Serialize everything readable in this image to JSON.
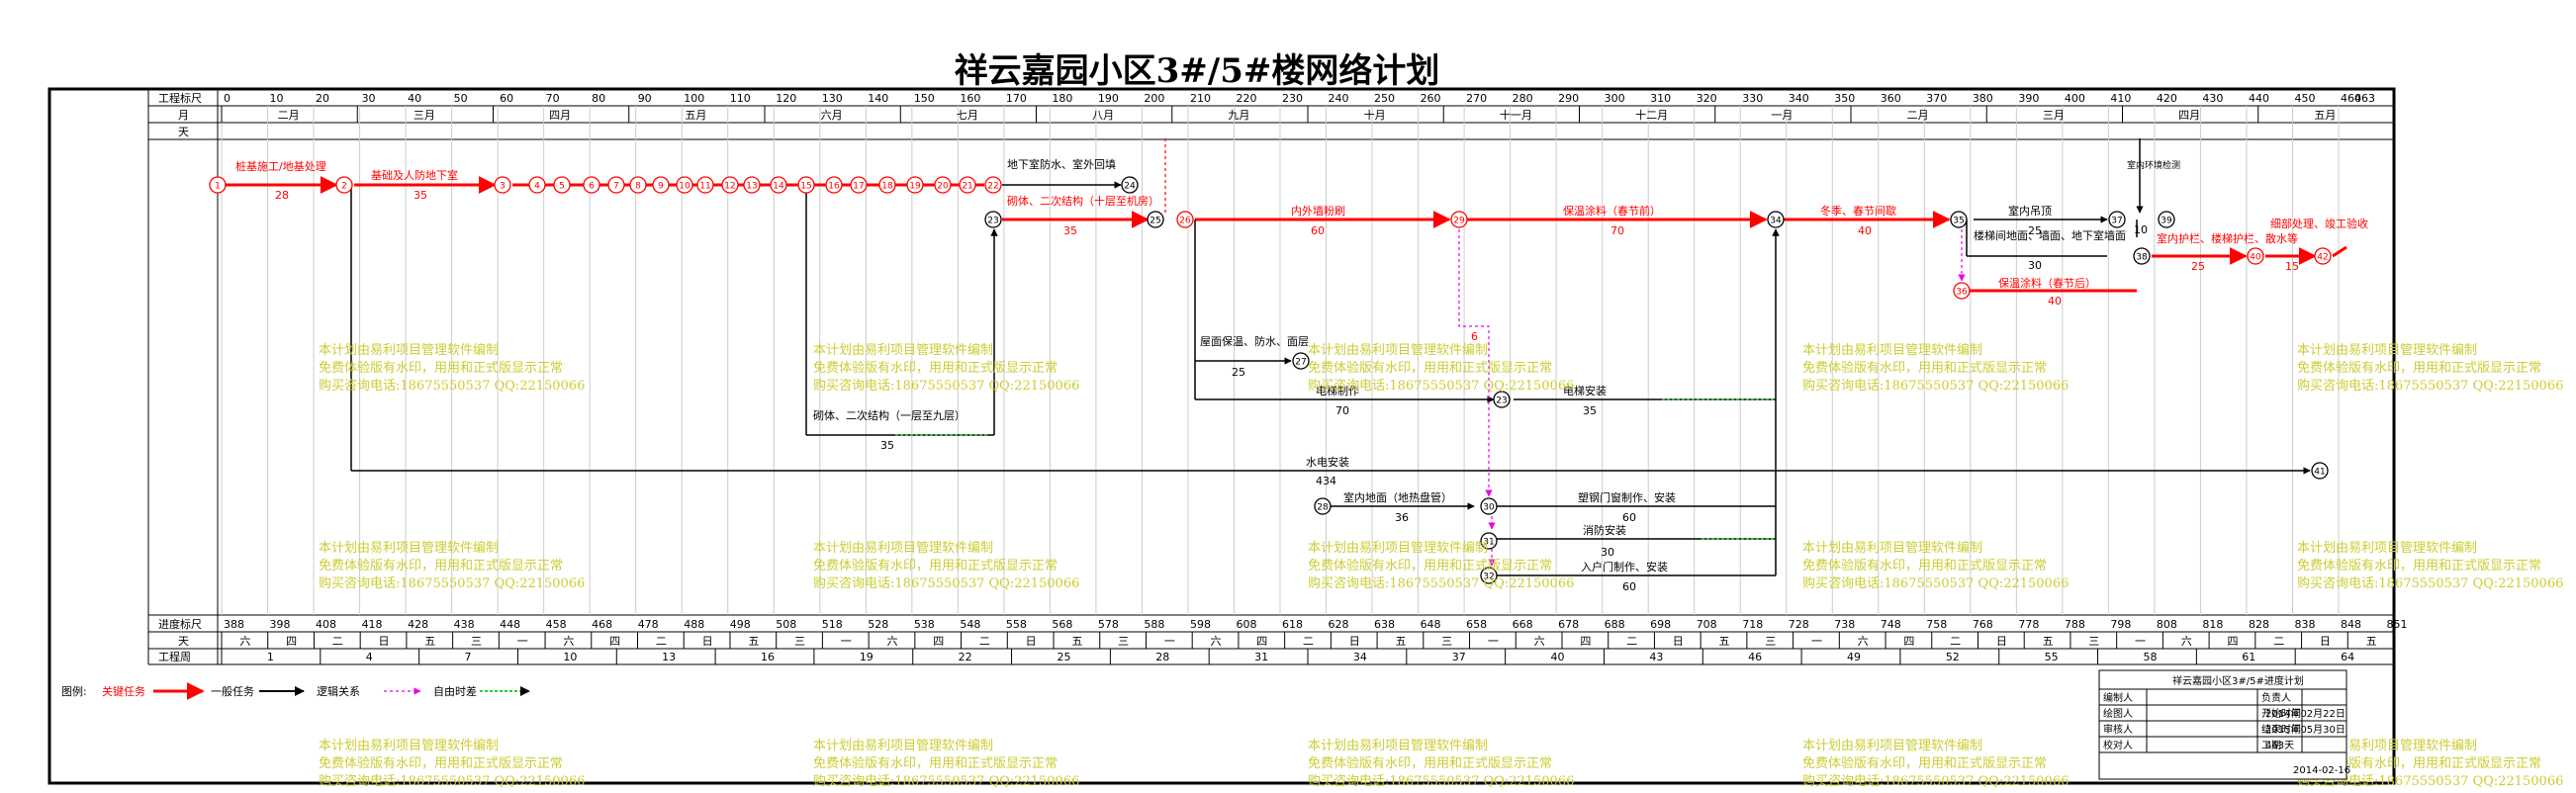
{
  "title": "祥云嘉园小区3#/5#楼网络计划",
  "header": {
    "scale_label": "工程标尺",
    "month_label": "月",
    "day_label": "天",
    "progress_label": "进度标尺",
    "weekday_label": "天",
    "week_label": "工程周"
  },
  "scale_ticks": [
    "0",
    "10",
    "20",
    "30",
    "40",
    "50",
    "60",
    "70",
    "80",
    "90",
    "100",
    "110",
    "120",
    "130",
    "140",
    "150",
    "160",
    "170",
    "180",
    "190",
    "200",
    "210",
    "220",
    "230",
    "240",
    "250",
    "260",
    "270",
    "280",
    "290",
    "300",
    "310",
    "320",
    "330",
    "340",
    "350",
    "360",
    "370",
    "380",
    "390",
    "400",
    "410",
    "420",
    "430",
    "440",
    "450",
    "460",
    "463"
  ],
  "months": [
    "二月",
    "三月",
    "四月",
    "五月",
    "六月",
    "七月",
    "八月",
    "九月",
    "十月",
    "十一月",
    "十二月",
    "一月",
    "二月",
    "三月",
    "四月",
    "五月"
  ],
  "progress_ticks": [
    "388",
    "398",
    "408",
    "418",
    "428",
    "438",
    "448",
    "458",
    "468",
    "478",
    "488",
    "498",
    "508",
    "518",
    "528",
    "538",
    "548",
    "558",
    "568",
    "578",
    "588",
    "598",
    "608",
    "618",
    "628",
    "638",
    "648",
    "658",
    "668",
    "678",
    "688",
    "698",
    "708",
    "718",
    "728",
    "738",
    "748",
    "758",
    "768",
    "778",
    "788",
    "798",
    "808",
    "818",
    "828",
    "838",
    "848",
    "851"
  ],
  "weekdays": [
    "六",
    "四",
    "二",
    "日",
    "五",
    "三",
    "一",
    "六",
    "四",
    "二",
    "日",
    "五",
    "三",
    "一",
    "六",
    "四",
    "二",
    "日",
    "五",
    "三",
    "一",
    "六",
    "四",
    "二",
    "日",
    "五",
    "三",
    "一",
    "六",
    "四",
    "二",
    "日",
    "五",
    "三",
    "一",
    "六",
    "四",
    "二",
    "日",
    "五",
    "三",
    "一",
    "六",
    "四",
    "二",
    "日",
    "五"
  ],
  "weeks": [
    "1",
    "4",
    "7",
    "10",
    "13",
    "16",
    "19",
    "22",
    "25",
    "28",
    "31",
    "34",
    "37",
    "40",
    "43",
    "46",
    "49",
    "52",
    "55",
    "58",
    "61",
    "64"
  ],
  "tasks": [
    {
      "name": "桩基施工/地基处理",
      "dur": "28"
    },
    {
      "name": "基础及人防地下室",
      "dur": "35"
    },
    {
      "name": "地下室防水、室外回填",
      "dur": ""
    },
    {
      "name": "砌体、二次结构（十层至机房）",
      "dur": "35"
    },
    {
      "name": "内外墙粉刷",
      "dur": "60"
    },
    {
      "name": "保温涂料（春节前）",
      "dur": "70"
    },
    {
      "name": "冬季、春节间歇",
      "dur": "40"
    },
    {
      "name": "室内吊顶",
      "dur": "25"
    },
    {
      "name": "楼梯间地面、墙面、地下室墙面",
      "dur": "30"
    },
    {
      "name": "保温涂料（春节后）",
      "dur": "40"
    },
    {
      "name": "室内护栏、楼梯护栏、散水等",
      "dur": "25"
    },
    {
      "name": "细部处理、竣工验收",
      "dur": "15"
    },
    {
      "name": "屋面保温、防水、面层",
      "dur": "25"
    },
    {
      "name": "电梯制作",
      "dur": "70"
    },
    {
      "name": "电梯安装",
      "dur": "35"
    },
    {
      "name": "砌体、二次结构（一层至九层）",
      "dur": "35"
    },
    {
      "name": "水电安装",
      "dur": "434"
    },
    {
      "name": "室内地面（地热盘管）",
      "dur": "36"
    },
    {
      "name": "塑钢门窗制作、安装",
      "dur": "60"
    },
    {
      "name": "消防安装",
      "dur": "30"
    },
    {
      "name": "入户门制作、安装",
      "dur": "60"
    },
    {
      "name": "室内环境检测",
      "dur": "10"
    }
  ],
  "watermark": {
    "line1": "本计划由易利项目管理软件编制",
    "line2": "免费体验版有水印，用用和正式版显示正常",
    "line3": "购买咨询电话:18675550537 QQ:22150066"
  },
  "legend": {
    "label": "图例:",
    "critical": "关键任务",
    "normal": "一般任务",
    "logic": "逻辑关系",
    "float": "自由时差"
  },
  "info_box": {
    "title": "祥云嘉园小区3#/5#进度计划",
    "rows": [
      [
        "编制人",
        "",
        "负责人",
        ""
      ],
      [
        "绘图人",
        "",
        "开始时间",
        "2014年02月22日"
      ],
      [
        "审核人",
        "",
        "结束时间",
        "2015年05月30日"
      ],
      [
        "校对人",
        "",
        "工期",
        "463天"
      ]
    ],
    "date": "2014-02-16"
  },
  "colors": {
    "critical": "#ff0000",
    "normal": "#000000",
    "float": "#33cc33",
    "logic": "#ee00ee",
    "watermark": "#cccc33"
  }
}
